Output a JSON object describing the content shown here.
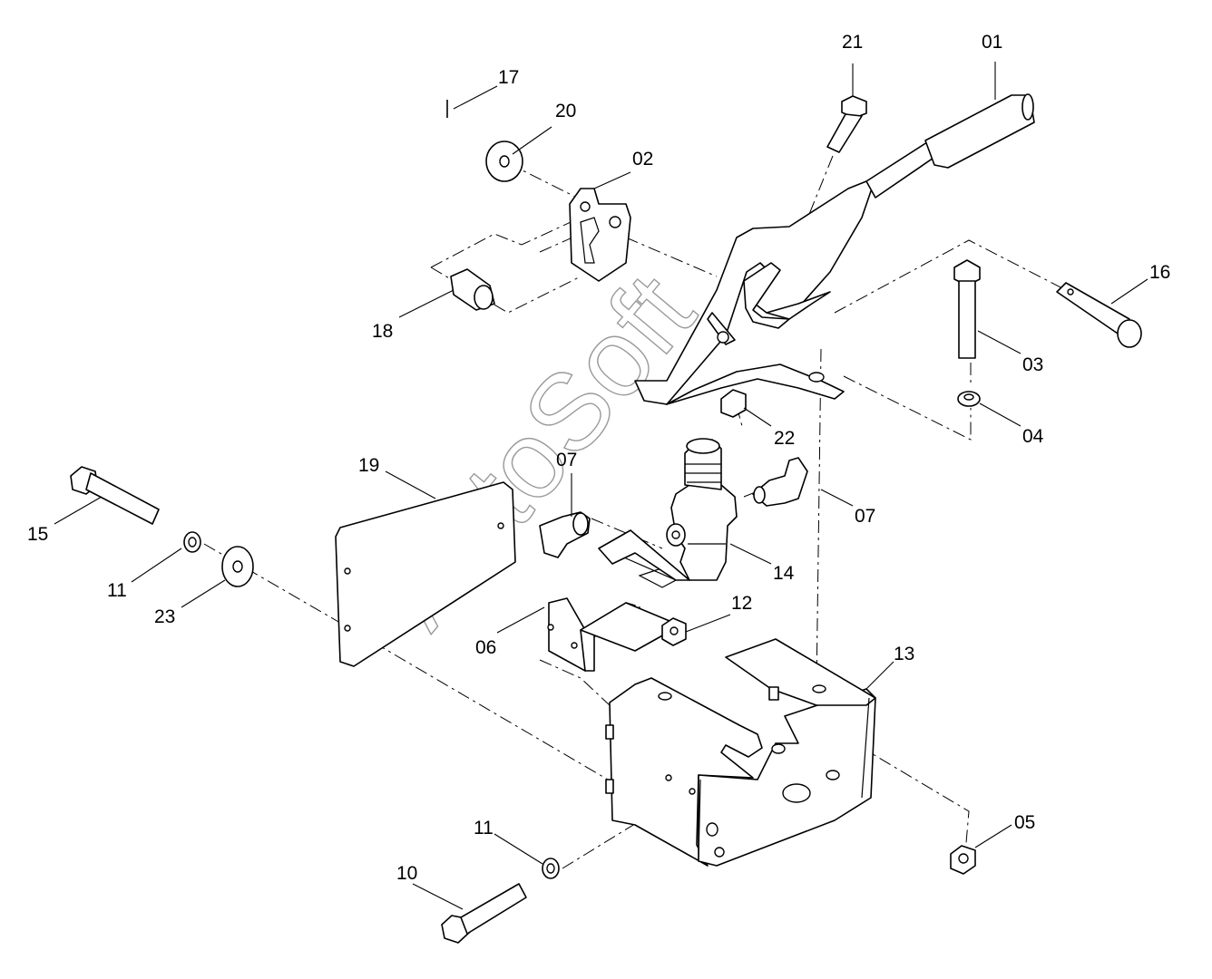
{
  "watermark": "AutoSoft",
  "part_labels": {
    "p01": "01",
    "p02": "02",
    "p03": "03",
    "p04": "04",
    "p05": "05",
    "p06": "06",
    "p07a": "07",
    "p07b": "07",
    "p10": "10",
    "p11a": "11",
    "p11b": "11",
    "p12": "12",
    "p13": "13",
    "p14": "14",
    "p15": "15",
    "p16": "16",
    "p17": "17",
    "p18": "18",
    "p19": "19",
    "p20": "20",
    "p21": "21",
    "p22": "22",
    "p23": "23"
  }
}
